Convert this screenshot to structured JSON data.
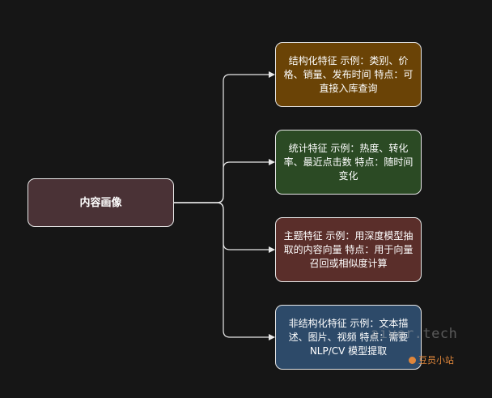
{
  "diagram": {
    "root": {
      "label": "内容画像"
    },
    "branches": [
      {
        "label": "结构化特征 示例：类别、价格、销量、发布时间 特点：可直接入库查询",
        "color": "#6a4306"
      },
      {
        "label": "统计特征 示例：热度、转化率、最近点击数 特点：随时间变化",
        "color": "#2b4a24"
      },
      {
        "label": "主题特征 示例：用深度模型抽取的内容向量 特点：用于向量召回或相似度计算",
        "color": "#5a2e2a"
      },
      {
        "label": "非结构化特征 示例：文本描述、图片、视频 特点：需要 NLP/CV 模型提取",
        "color": "#2d4a69"
      }
    ]
  },
  "watermark": {
    "text": "aiver.tech",
    "badge": "豆员小站"
  }
}
